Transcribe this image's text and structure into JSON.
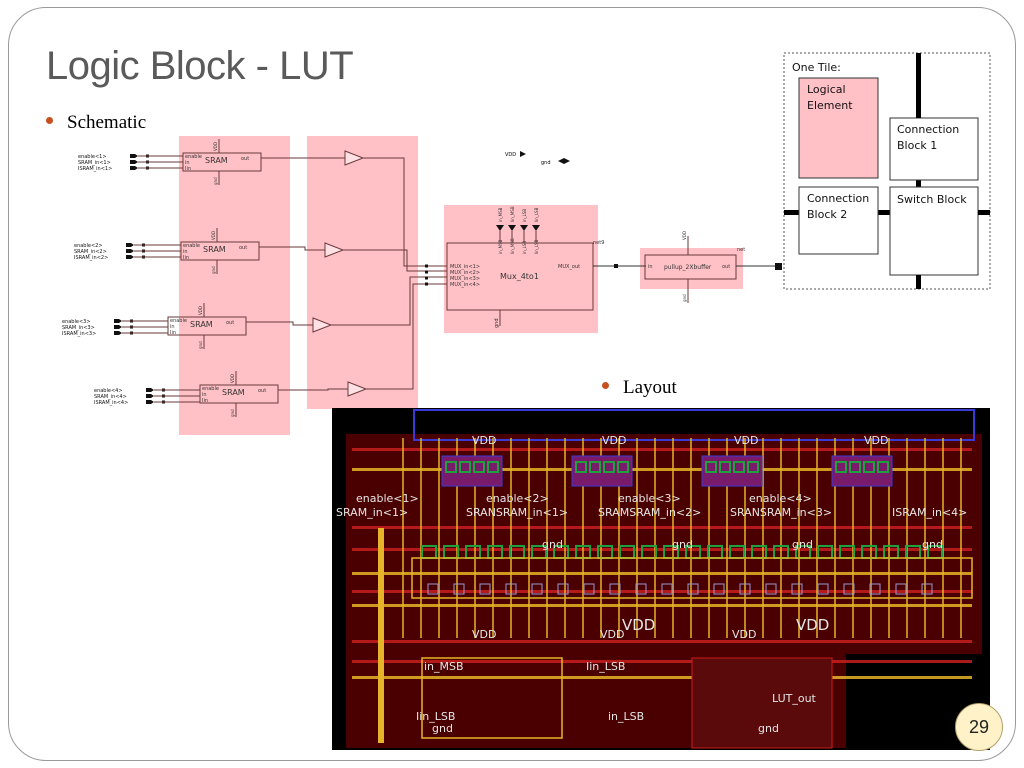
{
  "slide": {
    "title": "Logic Block - LUT",
    "bullets": {
      "schematic": "Schematic",
      "layout": "Layout"
    },
    "page_number": "29"
  },
  "schematic": {
    "sram_cells": [
      {
        "enable": "enable<1>",
        "sram_in": "SRAM_in<1>",
        "isram_in": "ISRAM_in<1>",
        "cell_label": "SRAM",
        "pins": [
          "enable",
          "in",
          "Iin"
        ],
        "out": "out",
        "vdd": "VDD",
        "gnd": "gnd"
      },
      {
        "enable": "enable<2>",
        "sram_in": "SRAM_in<2>",
        "isram_in": "ISRAM_in<2>",
        "cell_label": "SRAM",
        "pins": [
          "enable",
          "in",
          "Iin"
        ],
        "out": "out",
        "vdd": "VDD",
        "gnd": "gnd"
      },
      {
        "enable": "enable<3>",
        "sram_in": "SRAM_in<3>",
        "isram_in": "ISRAM_in<3>",
        "cell_label": "SRAM",
        "pins": [
          "enable",
          "in",
          "Iin"
        ],
        "out": "out",
        "vdd": "VDD",
        "gnd": "gnd"
      },
      {
        "enable": "enable<4>",
        "sram_in": "SRAM_in<4>",
        "isram_in": "ISRAM_in<4>",
        "cell_label": "SRAM",
        "pins": [
          "enable",
          "in",
          "Iin"
        ],
        "out": "out",
        "vdd": "VDD",
        "gnd": "gnd"
      }
    ],
    "supply": {
      "vdd": "VDD",
      "gnd": "gnd"
    },
    "mux": {
      "label": "Mux_4to1",
      "inputs": [
        "MUX_in<1>",
        "MUX_in<2>",
        "MUX_in<3>",
        "MUX_in<4>"
      ],
      "output": "MUX_out",
      "selects": [
        "in_MSB",
        "Iin_MSB",
        "in_LSB",
        "Iin_LSB"
      ],
      "gnd": "gnd",
      "node": "net9"
    },
    "buffer": {
      "label": "pullup_2Xbuffer",
      "in": "in",
      "out": "out",
      "vdd": "VDD",
      "gnd": "gnd",
      "node": "net"
    }
  },
  "tile": {
    "caption": "One Tile:",
    "logical_element": [
      "Logical",
      "Element"
    ],
    "connection_block_1": [
      "Connection",
      "Block 1"
    ],
    "connection_block_2": [
      "Connection",
      "Block 2"
    ],
    "switch_block": "Switch Block"
  },
  "layout": {
    "vdd_labels": [
      "VDD",
      "VDD",
      "VDD",
      "VDD",
      "VDD",
      "VDD",
      "VDD",
      "VDD",
      "VDD"
    ],
    "enable_labels": [
      "enable<1>",
      "enable<2>",
      "enable<3>",
      "enable<4>"
    ],
    "sram_labels": [
      "SRAM_in<1>",
      "SRANSRAM_in<1>",
      "SRAMSRAM_in<2>",
      "SRANSRAM_in<3>",
      "ISRAM_in<4>"
    ],
    "gnd_labels": [
      "gnd",
      "gnd",
      "gnd",
      "gnd",
      "gnd",
      "gnd"
    ],
    "in_msb": "in_MSB",
    "iin_lsb_top": "Iin_LSB",
    "iin_lsb": "Iin_LSB",
    "in_lsb": "in_LSB",
    "lut_out": "LUT_out",
    "colors": {
      "substrate": "#4a0000",
      "poly": "#c81e1e",
      "metal1": "#3a3ad6",
      "metal2": "#e6b428",
      "diffusion": "#1ea03c"
    }
  }
}
